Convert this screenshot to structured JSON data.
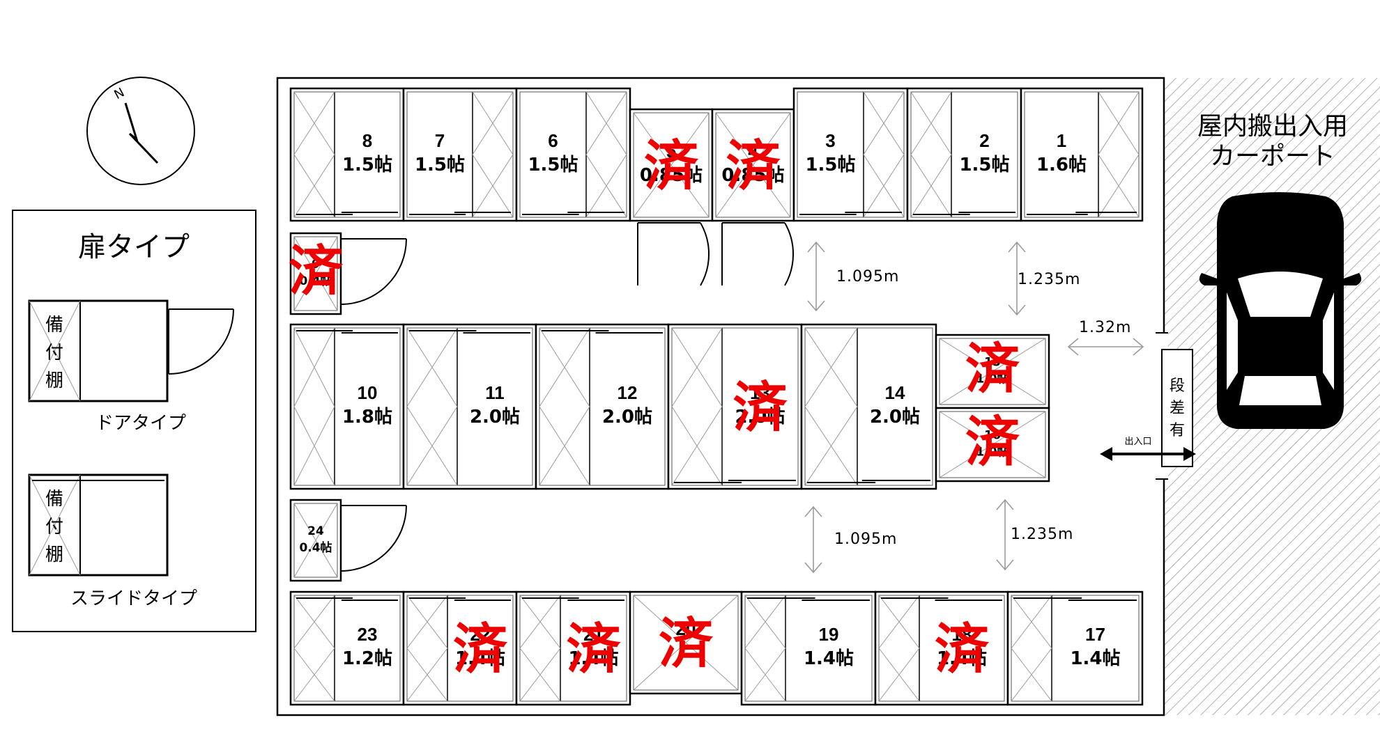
{
  "legend": {
    "title": "扉タイプ",
    "door_caption": "ドアタイプ",
    "slide_caption": "スライドタイプ",
    "shelf_chars": [
      "備",
      "付",
      "棚"
    ]
  },
  "compass": {
    "north_label": "N"
  },
  "carport": {
    "line1": "屋内搬出入用",
    "line2": "カーポート"
  },
  "step_chars": [
    "段",
    "差",
    "有"
  ],
  "entrance_label": "出入口",
  "sold_mark": "済",
  "dimensions": {
    "aisle_top_left": "1.095m",
    "aisle_top_right": "1.235m",
    "aisle_bottom_left": "1.095m",
    "aisle_bottom_right": "1.235m",
    "entrance_gap": "1.32m"
  },
  "units": [
    {
      "id": "1",
      "size": "1.6帖",
      "sold": false
    },
    {
      "id": "2",
      "size": "1.5帖",
      "sold": false
    },
    {
      "id": "3",
      "size": "1.5帖",
      "sold": false
    },
    {
      "id": "4",
      "size": "0.85帖",
      "sold": true
    },
    {
      "id": "5",
      "size": "0.85帖",
      "sold": true
    },
    {
      "id": "6",
      "size": "1.5帖",
      "sold": false
    },
    {
      "id": "7",
      "size": "1.5帖",
      "sold": false
    },
    {
      "id": "8",
      "size": "1.5帖",
      "sold": false
    },
    {
      "id": "9",
      "size": "0.4帖",
      "sold": true
    },
    {
      "id": "10",
      "size": "1.8帖",
      "sold": false
    },
    {
      "id": "11",
      "size": "2.0帖",
      "sold": false
    },
    {
      "id": "12",
      "size": "2.0帖",
      "sold": false
    },
    {
      "id": "13",
      "size": "2.0帖",
      "sold": true
    },
    {
      "id": "14",
      "size": "2.0帖",
      "sold": false
    },
    {
      "id": "15",
      "size": "1.0帖",
      "sold": true
    },
    {
      "id": "16",
      "size": "1.0帖",
      "sold": true
    },
    {
      "id": "17",
      "size": "1.4帖",
      "sold": false
    },
    {
      "id": "18",
      "size": "1.4帖",
      "sold": true
    },
    {
      "id": "19",
      "size": "1.4帖",
      "sold": false
    },
    {
      "id": "20",
      "size": "",
      "sold": true
    },
    {
      "id": "21",
      "size": "1.4帖",
      "sold": true
    },
    {
      "id": "22",
      "size": "1.4帖",
      "sold": true
    },
    {
      "id": "23",
      "size": "1.2帖",
      "sold": false
    },
    {
      "id": "24",
      "size": "0.4帖",
      "sold": false
    }
  ]
}
